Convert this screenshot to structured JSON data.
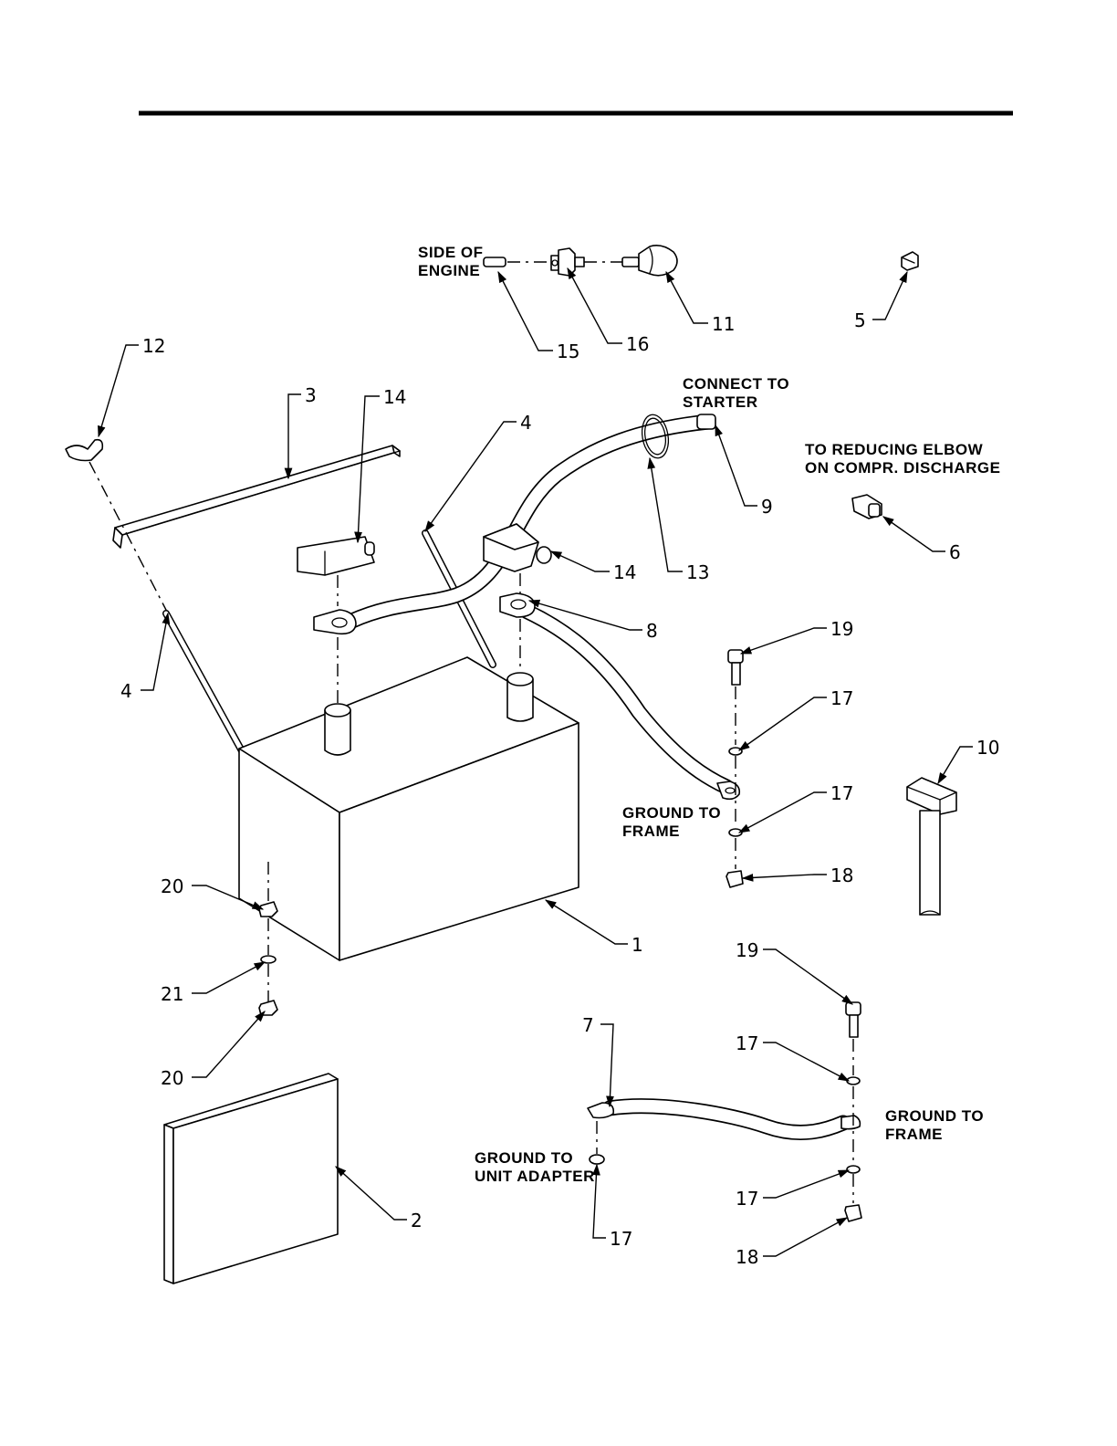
{
  "callouts": [
    "1",
    "2",
    "3",
    "4",
    "4",
    "5",
    "6",
    "7",
    "8",
    "9",
    "10",
    "11",
    "12",
    "13",
    "14",
    "14",
    "15",
    "16",
    "17",
    "17",
    "17",
    "17",
    "17",
    "18",
    "18",
    "19",
    "19",
    "20",
    "20",
    "21"
  ],
  "notes": {
    "side_of_engine_1": "SIDE OF",
    "side_of_engine_2": "ENGINE",
    "connect_starter_1": "CONNECT TO",
    "connect_starter_2": "STARTER",
    "reducing_elbow_1": "TO REDUCING ELBOW",
    "reducing_elbow_2": "ON COMPR. DISCHARGE",
    "ground_frame_1a": "GROUND TO",
    "ground_frame_1b": "FRAME",
    "ground_frame_2a": "GROUND TO",
    "ground_frame_2b": "FRAME",
    "ground_adapter_1": "GROUND TO",
    "ground_adapter_2": "UNIT ADAPTER"
  }
}
